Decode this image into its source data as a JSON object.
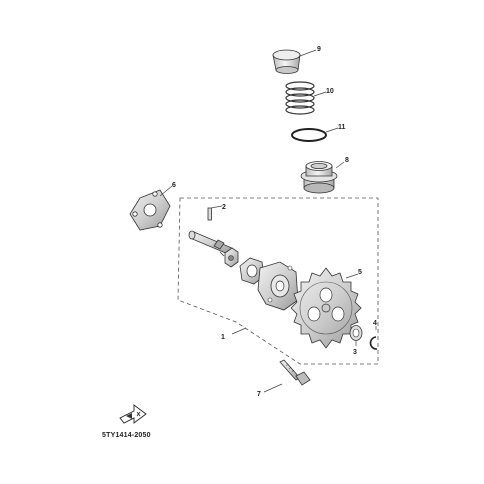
{
  "diagram": {
    "reference_code": "5TY1414-2050",
    "callouts": [
      "1",
      "2",
      "3",
      "4",
      "5",
      "6",
      "7",
      "8",
      "9",
      "10",
      "11"
    ],
    "orientation_icon": "forward-arrow-badge-icon",
    "colors": {
      "line": "#333333",
      "metal_light": "#e8e8e8",
      "metal_mid": "#bdbdbd",
      "metal_dark": "#8a8a8a"
    }
  }
}
